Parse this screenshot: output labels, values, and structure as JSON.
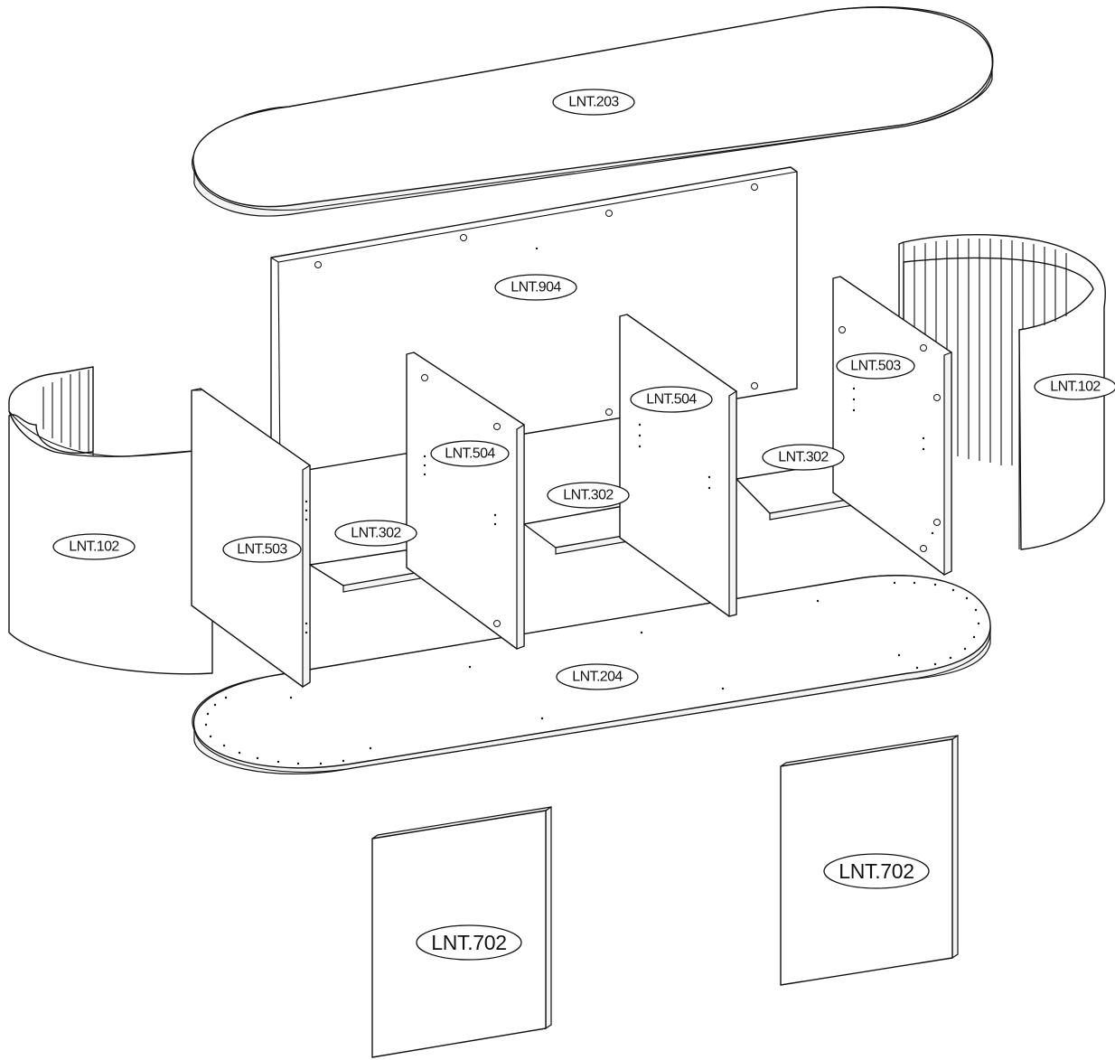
{
  "colors": {
    "stroke": "#111111",
    "background": "#ffffff"
  },
  "parts": {
    "top_panel": "LNT.203",
    "back_panel": "LNT.904",
    "bottom_panel": "LNT.204",
    "left_curved_side": "LNT.102",
    "right_curved_side": "LNT.102",
    "left_side": "LNT.503",
    "right_side": "LNT.503",
    "divider_left": "LNT.504",
    "divider_right": "LNT.504",
    "shelf_left": "LNT.302",
    "shelf_middle": "LNT.302",
    "shelf_right": "LNT.302",
    "door_left": "LNT.702",
    "door_right": "LNT.702"
  }
}
